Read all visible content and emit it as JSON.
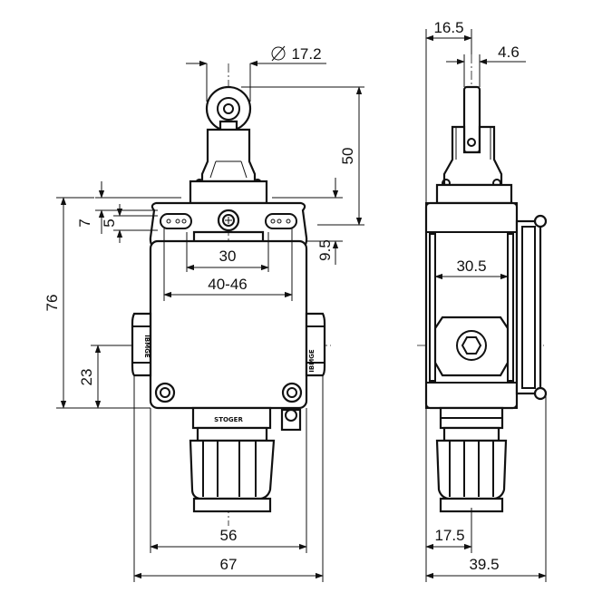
{
  "dimensions": {
    "front": {
      "roller_diameter": "17.2",
      "height_to_roller": "50",
      "hole_offset_7": "7",
      "hole_offset_5": "5",
      "hole_offset_9_5": "9.5",
      "hole_spacing_30": "30",
      "hole_spacing_range": "40-46",
      "total_height": "76",
      "lower_height": "23",
      "base_width": "56",
      "total_width": "67"
    },
    "side": {
      "top_width": "16.5",
      "lever_width": "4.6",
      "body_width": "30.5",
      "gland_offset": "17.5",
      "total_depth": "39.5"
    }
  },
  "labels": {
    "front_stamp": "STOGER",
    "left_gland": "IBMGE",
    "right_gland": "IBMGE"
  },
  "symbols": {
    "diameter": "diameter-symbol"
  }
}
